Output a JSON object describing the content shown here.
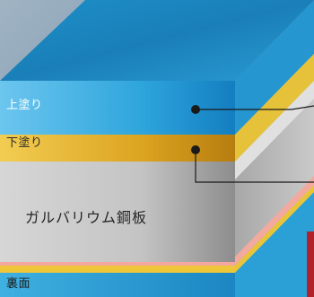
{
  "layers": {
    "top_coat": "上塗り",
    "under_coat": "下塗り",
    "core": "ガルバリウム鋼板",
    "back": "裏面"
  },
  "colors": {
    "top_coat": "#27a6da",
    "under_coat": "#e8b826",
    "core": "#bfbfbf",
    "back": "#2aa3d6",
    "leader": "#1a1a1a",
    "accent_red": "#b3202a"
  }
}
